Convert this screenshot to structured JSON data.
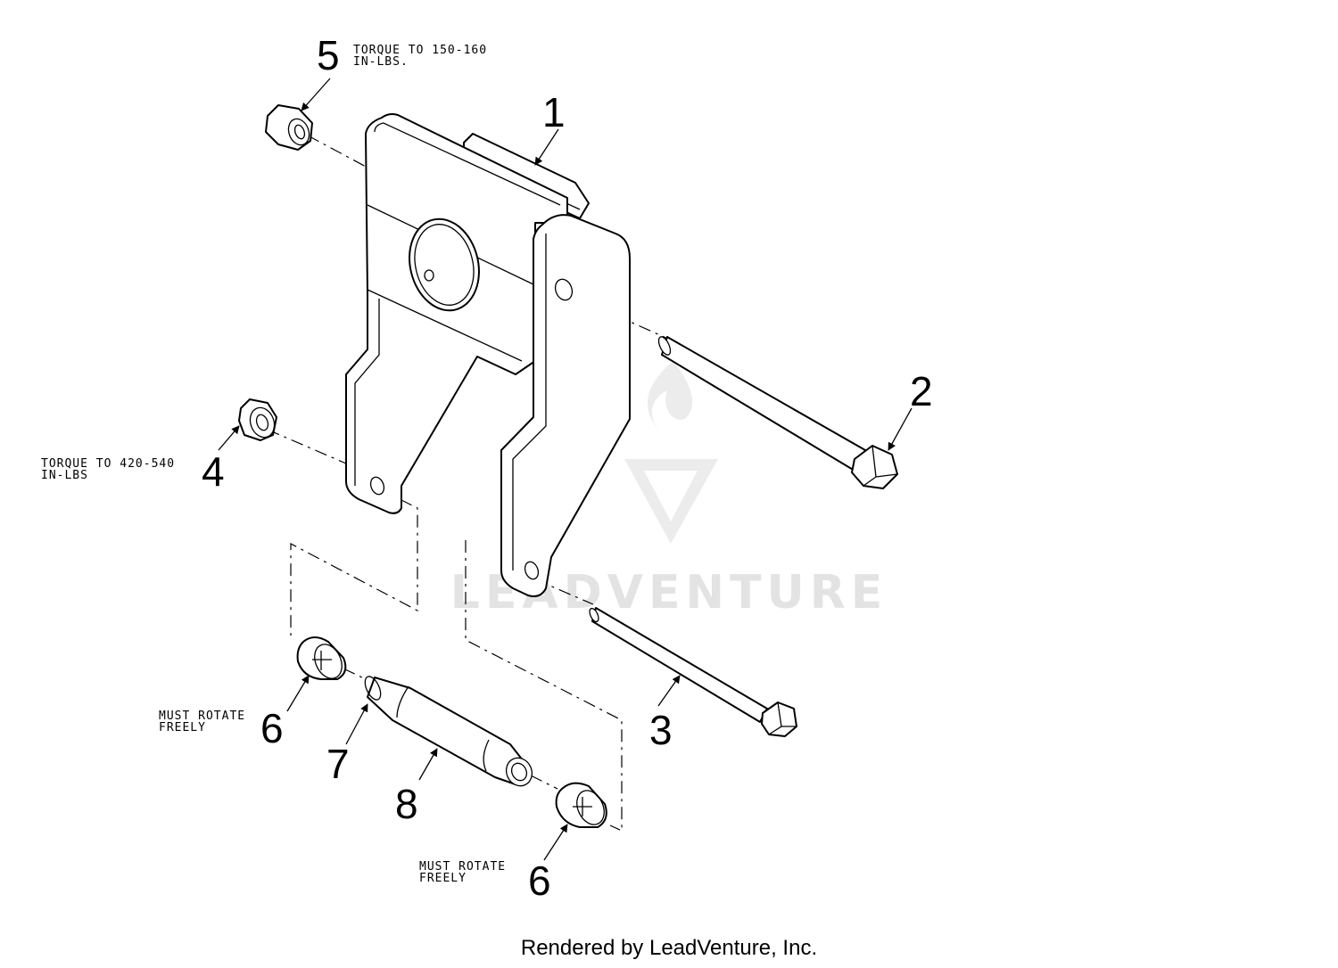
{
  "watermark": {
    "brand": "LEADVENTURE"
  },
  "callouts": [
    {
      "label": "1"
    },
    {
      "label": "2"
    },
    {
      "label": "3"
    },
    {
      "label": "4"
    },
    {
      "label": "5"
    },
    {
      "label": "6"
    },
    {
      "label": "6"
    },
    {
      "label": "7"
    },
    {
      "label": "8"
    }
  ],
  "notes": {
    "torque_5_line1": "TORQUE TO 150-160",
    "torque_5_line2": "IN-LBS.",
    "torque_4_line1": "TORQUE TO 420-540",
    "torque_4_line2": "IN-LBS",
    "rotate_a_line1": "MUST ROTATE",
    "rotate_a_line2": "FREELY",
    "rotate_b_line1": "MUST ROTATE",
    "rotate_b_line2": "FREELY"
  },
  "footer": {
    "credit": "Rendered by LeadVenture, Inc."
  }
}
